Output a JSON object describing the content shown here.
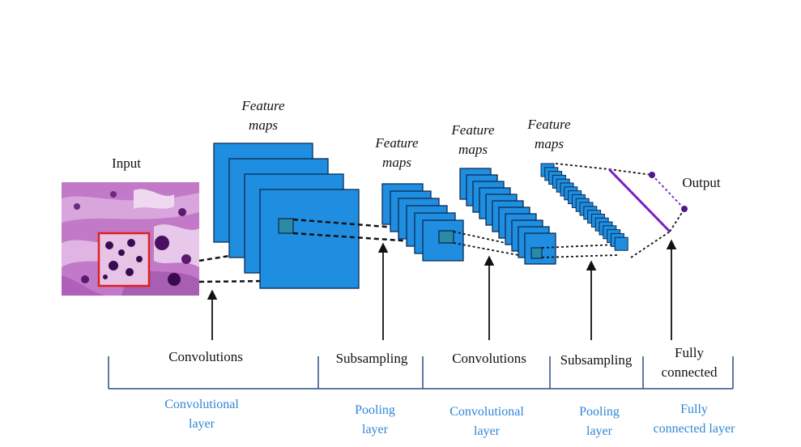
{
  "labels": {
    "input": "Input",
    "output": "Output",
    "feature_maps": [
      "Feature",
      "maps"
    ]
  },
  "operations": [
    {
      "lines": [
        "Convolutions"
      ]
    },
    {
      "lines": [
        "Subsampling"
      ]
    },
    {
      "lines": [
        "Convolutions"
      ]
    },
    {
      "lines": [
        "Subsampling"
      ]
    },
    {
      "lines": [
        "Fully",
        "connected"
      ]
    }
  ],
  "layers": [
    {
      "lines": [
        "Convolutional",
        "layer"
      ]
    },
    {
      "lines": [
        "Pooling",
        "layer"
      ]
    },
    {
      "lines": [
        "Convolutional",
        "layer"
      ]
    },
    {
      "lines": [
        "Pooling",
        "layer"
      ]
    },
    {
      "lines": [
        "Fully",
        "connected layer"
      ]
    }
  ],
  "colors": {
    "feature_map_fill": "#1f8ee0",
    "feature_map_border": "#0c2c55",
    "layer_text": "#2f86d6",
    "bracket": "#2a4e86",
    "output_line": "#7a1fc4",
    "receptive_field_box": "#e02020",
    "tissue_image": "#c27ac8"
  }
}
